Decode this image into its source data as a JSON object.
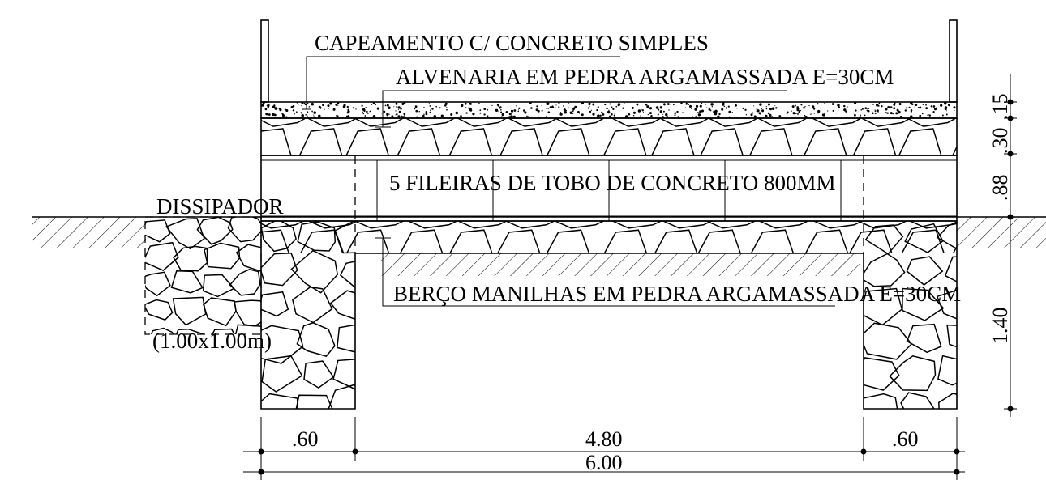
{
  "labels": {
    "capeamento": "CAPEAMENTO C/ CONCRETO SIMPLES",
    "alvenaria": "ALVENARIA EM PEDRA ARGAMASSADA E=30CM",
    "fileiras": "5 FILEIRAS DE TOBO DE CONCRETO 800MM",
    "dissipador": "DISSIPADOR",
    "dissipador_size": "(1.00x1.00m)",
    "berco": "BERÇO MANILHAS EM PEDRA ARGAMASSADA E=30CM"
  },
  "dimensions": {
    "horizontal": {
      "left_wall": ".60",
      "opening": "4.80",
      "right_wall": ".60",
      "total": "6.00"
    },
    "vertical": {
      "capping": ".15",
      "masonry": ".30",
      "pipes": ".88",
      "base": "1.40"
    }
  }
}
